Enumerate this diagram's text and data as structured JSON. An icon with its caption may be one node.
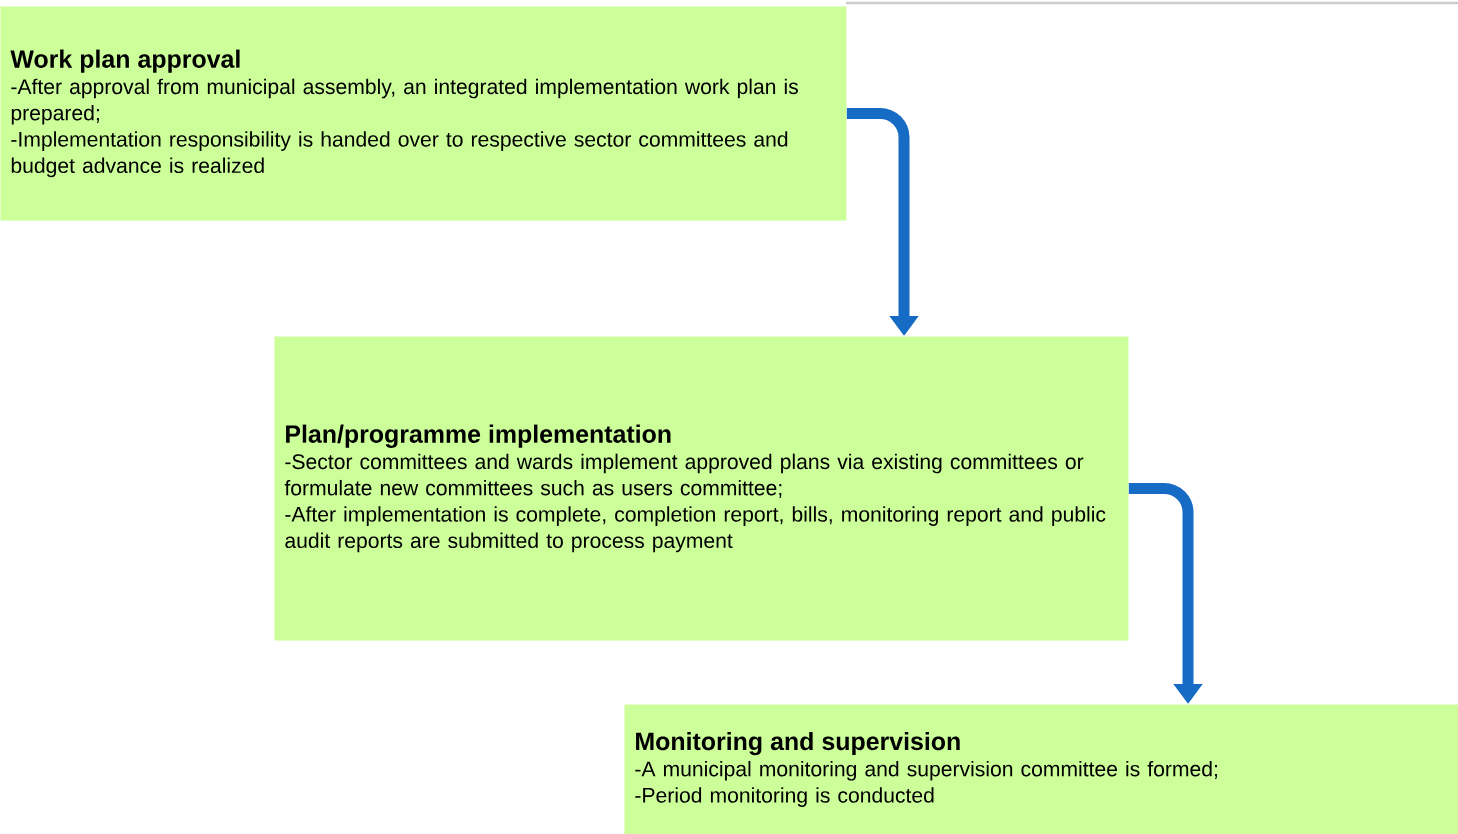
{
  "diagram": {
    "nodes": [
      {
        "text": [
          "Work plan approval",
          "-After approval from municipal assembly, an integrated implementation work plan is prepared;",
          "-Implementation responsibility is handed over to respective sector committees and budget advance is realized"
        ]
      },
      {
        "text": [
          "Plan/programme implementation",
          "-Sector committees and wards implement approved plans via existing committees or formulate new committees such as users committee;",
          "-After implementation is complete, completion report, bills, monitoring report and public audit reports are submitted to process payment"
        ]
      },
      {
        "text": [
          "Monitoring and supervision",
          "-A municipal monitoring and supervision committee is formed;",
          "-Period monitoring is conducted"
        ]
      }
    ],
    "edges": [
      {
        "from": 0,
        "to": 1,
        "arrow": "to"
      },
      {
        "from": 1,
        "to": 2,
        "arrow": "to"
      }
    ]
  }
}
